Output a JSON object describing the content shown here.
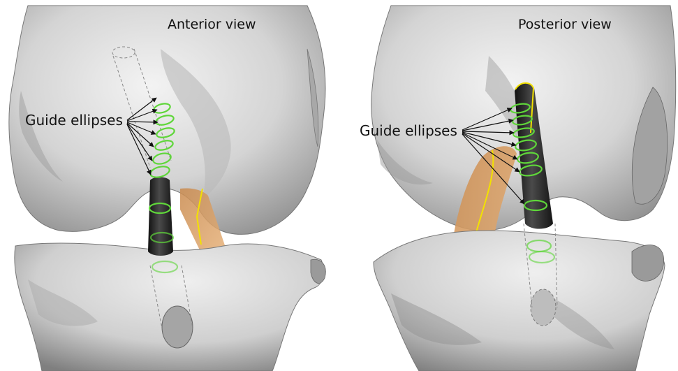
{
  "panels": {
    "left": {
      "title": "Anterior view",
      "annotation": "Guide ellipses"
    },
    "right": {
      "title": "Posterior view",
      "annotation": "Guide ellipses"
    }
  },
  "colors": {
    "bone": "#d2d2d2",
    "bone_shadow": "#8c8c8c",
    "tunnel": "#2a2a2a",
    "graft": "#d39a5c",
    "ellipse": "#5fd63a",
    "outline_yellow": "#f2e100",
    "outline_gray": "#555555"
  }
}
